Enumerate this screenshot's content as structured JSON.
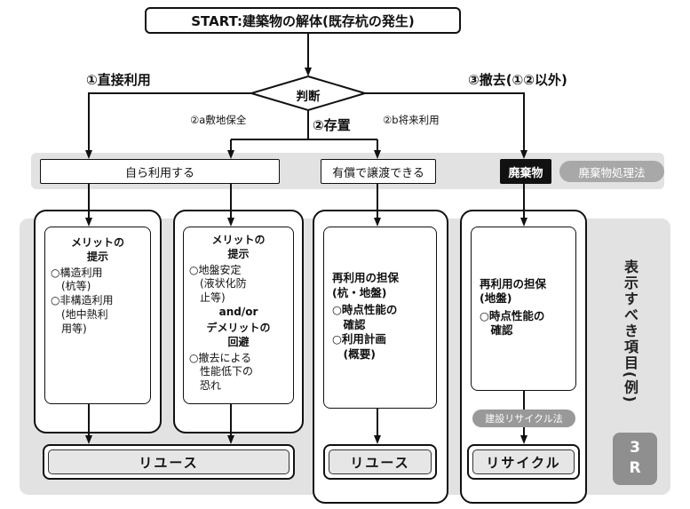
{
  "colors": {
    "line": "#111111",
    "band_gray": "#e2e2e2",
    "panel_gray": "#e2e2e2",
    "pill_gray": "#a8a8a8",
    "dark_pill_gray": "#999999",
    "waste_black": "#111111",
    "r3_gray": "#8f8f8f",
    "outcome_fill": "#e6e6e6"
  },
  "start": {
    "label": "START:建築物の解体(既存杭の発生)"
  },
  "decision": {
    "label": "判断"
  },
  "branches": {
    "b1": "①直接利用",
    "b2": "②存置",
    "b2a": "②a敷地保全",
    "b2b": "②b将来利用",
    "b3": "③撤去(①②以外)"
  },
  "band": {
    "self_use": "自ら利用する",
    "transfer": "有償で譲渡できる",
    "waste": "廃棄物",
    "waste_law": "廃棄物処理法"
  },
  "columns": {
    "col1": {
      "header": "メリットの\n提示",
      "body": "○構造利用\n　(杭等)\n○非構造利用\n　(地中熱利\n　用等)"
    },
    "col2": {
      "header": "メリットの\n提示",
      "body1": "○地盤安定\n　(液状化防\n　止等)",
      "connector": "and/or",
      "header2": "デメリットの\n回避",
      "body2": "○撤去による\n　性能低下の\n　恐れ"
    },
    "col3": {
      "header": "再利用の担保\n(杭・地盤)",
      "body": "○時点性能の\n　確認\n○利用計画\n　(概要)"
    },
    "col4": {
      "header": "再利用の担保\n(地盤)",
      "body": "○時点性能の\n　確認"
    }
  },
  "outcomes": {
    "reuse12": "リユース",
    "reuse3": "リユース",
    "recycle": "リサイクル",
    "recycle_law": "建設リサイクル法"
  },
  "side": {
    "label": "表示すべき項目(例)",
    "r3": "3R"
  }
}
